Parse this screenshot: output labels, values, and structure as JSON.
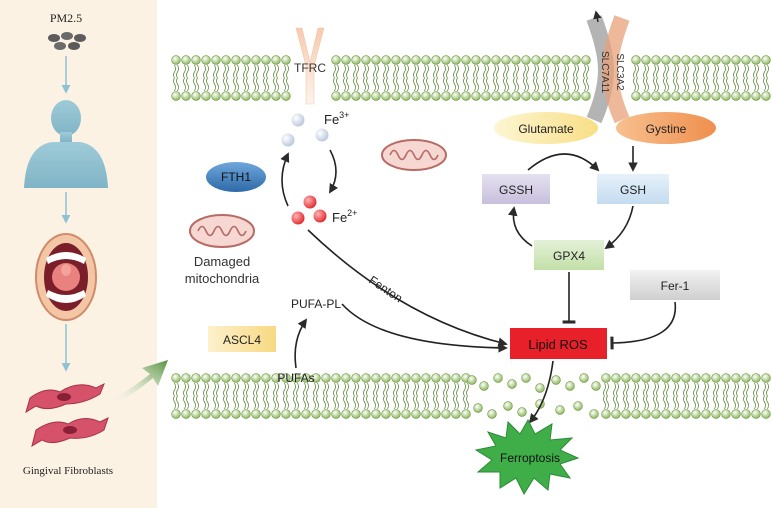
{
  "left_panel": {
    "source_label": "PM2.5",
    "cell_label": "Gingival Fibroblasts"
  },
  "iron": {
    "receptor_label": "TFRC",
    "fe3_base": "Fe",
    "fe3_sup": "3+",
    "fe2_base": "Fe",
    "fe2_sup": "2+",
    "fth1_label": "FTH1"
  },
  "mitochondria": {
    "damaged_line1": "Damaged",
    "damaged_line2": "mitochondria"
  },
  "transporter": {
    "slc7a11_label": "SLC7A11",
    "slc3a2_label": "SLC3A2"
  },
  "gsh_pathway": {
    "glutamate_label": "Glutamate",
    "gystine_label": "Gystine",
    "gssh_label": "GSSH",
    "gsh_label": "GSH",
    "gpx4_label": "GPX4"
  },
  "lipid": {
    "fenton_label": "Fenton",
    "pufa_pl_label": "PUFA-PL",
    "ascl4_label": "ASCL4",
    "pufas_label": "PUFAs",
    "lipid_ros_label": "Lipid ROS",
    "fer1_label": "Fer-1"
  },
  "outcome": {
    "ferroptosis_label": "Ferroptosis"
  },
  "colors": {
    "panel_bg": "#fbf2e4",
    "membrane_green": "#9dc47a",
    "lipid_ros_red": "#e8202a",
    "ferroptosis_green": "#3fae49",
    "gpx4_green": "#cfe6b8",
    "gsh_blue": "#cfe2f3",
    "gssh_purple": "#d4cde6",
    "ascl4_yellow": "#fbe3a0",
    "fth1_blue": "#3f7fbf",
    "glutamate_yellow": "#fce9a8",
    "gystine_orange": "#f4a36a"
  }
}
